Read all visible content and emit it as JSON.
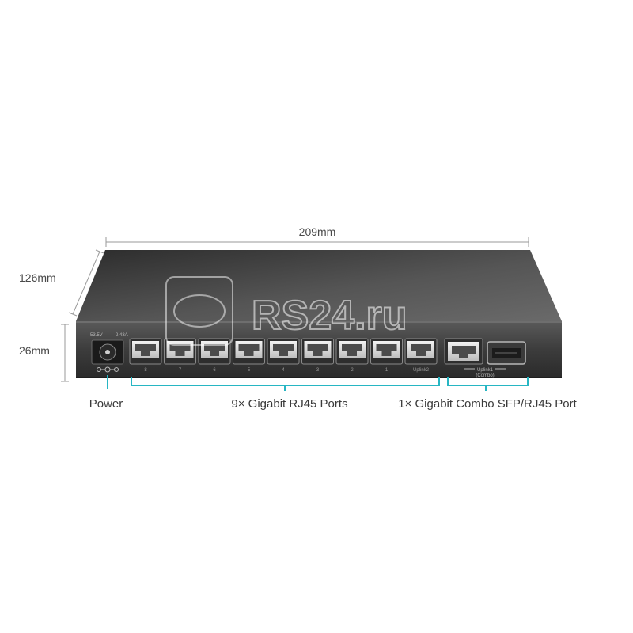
{
  "dimensions": {
    "width": "209mm",
    "depth": "126mm",
    "height": "26mm"
  },
  "power_rating": {
    "voltage": "53.5V",
    "current": "2.43A"
  },
  "port_numbers": [
    "8",
    "7",
    "6",
    "5",
    "4",
    "3",
    "2",
    "1",
    "Uplink2"
  ],
  "combo_port": {
    "label": "Uplink1",
    "sublabel": "(Combo)"
  },
  "callouts": {
    "power": "Power",
    "rj45": "9× Gigabit RJ45 Ports",
    "combo": "1× Gigabit Combo SFP/RJ45 Port"
  },
  "watermark": {
    "text": "RS24.ru"
  },
  "colors": {
    "accent": "#27b6c3",
    "chassis": "#3a3a3a",
    "background": "#ffffff"
  }
}
